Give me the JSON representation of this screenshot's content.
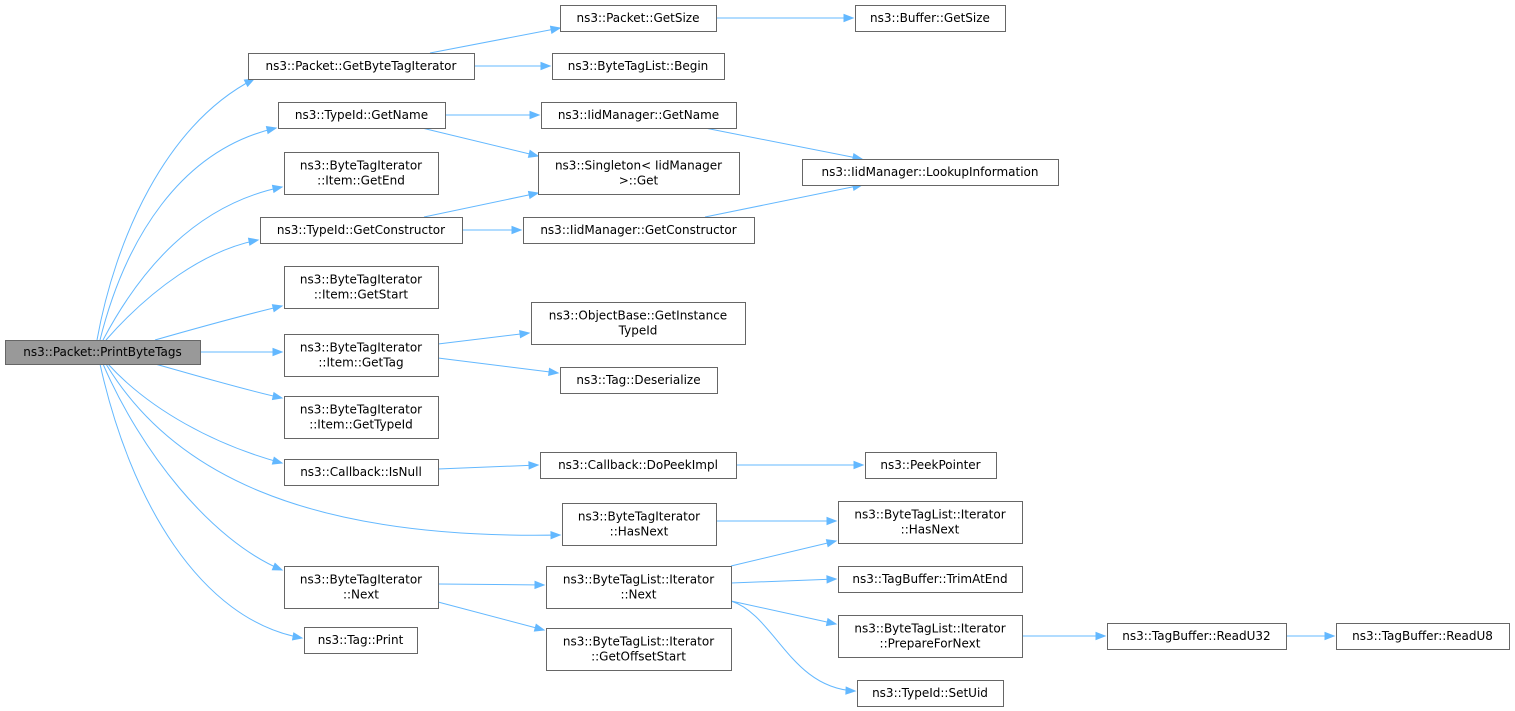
{
  "graph": {
    "nodes": [
      {
        "id": "n0",
        "lines": [
          "ns3::Packet::PrintByteTags"
        ],
        "root": true
      },
      {
        "id": "n1",
        "lines": [
          "ns3::Packet::GetByteTagIterator"
        ]
      },
      {
        "id": "n2",
        "lines": [
          "ns3::TypeId::GetName"
        ]
      },
      {
        "id": "n3",
        "lines": [
          "ns3::ByteTagIterator",
          "::Item::GetEnd"
        ]
      },
      {
        "id": "n4",
        "lines": [
          "ns3::TypeId::GetConstructor"
        ]
      },
      {
        "id": "n5",
        "lines": [
          "ns3::ByteTagIterator",
          "::Item::GetStart"
        ]
      },
      {
        "id": "n6",
        "lines": [
          "ns3::ByteTagIterator",
          "::Item::GetTag"
        ]
      },
      {
        "id": "n7",
        "lines": [
          "ns3::ByteTagIterator",
          "::Item::GetTypeId"
        ]
      },
      {
        "id": "n8",
        "lines": [
          "ns3::Callback::IsNull"
        ]
      },
      {
        "id": "n9",
        "lines": [
          "ns3::ByteTagIterator",
          "::HasNext"
        ]
      },
      {
        "id": "n10",
        "lines": [
          "ns3::ByteTagIterator",
          "::Next"
        ]
      },
      {
        "id": "n11",
        "lines": [
          "ns3::Tag::Print"
        ]
      },
      {
        "id": "n12",
        "lines": [
          "ns3::Packet::GetSize"
        ]
      },
      {
        "id": "n13",
        "lines": [
          "ns3::ByteTagList::Begin"
        ]
      },
      {
        "id": "n14",
        "lines": [
          "ns3::Buffer::GetSize"
        ]
      },
      {
        "id": "n15",
        "lines": [
          "ns3::IidManager::GetName"
        ]
      },
      {
        "id": "n16",
        "lines": [
          "ns3::Singleton< IidManager",
          " >::Get"
        ]
      },
      {
        "id": "n17",
        "lines": [
          "ns3::IidManager::LookupInformation"
        ]
      },
      {
        "id": "n18",
        "lines": [
          "ns3::IidManager::GetConstructor"
        ]
      },
      {
        "id": "n19",
        "lines": [
          "ns3::ObjectBase::GetInstance",
          "TypeId"
        ]
      },
      {
        "id": "n20",
        "lines": [
          "ns3::Tag::Deserialize"
        ]
      },
      {
        "id": "n21",
        "lines": [
          "ns3::Callback::DoPeekImpl"
        ]
      },
      {
        "id": "n22",
        "lines": [
          "ns3::PeekPointer"
        ]
      },
      {
        "id": "n23",
        "lines": [
          "ns3::ByteTagList::Iterator",
          "::HasNext"
        ]
      },
      {
        "id": "n24",
        "lines": [
          "ns3::ByteTagList::Iterator",
          "::Next"
        ]
      },
      {
        "id": "n25",
        "lines": [
          "ns3::ByteTagList::Iterator",
          "::GetOffsetStart"
        ]
      },
      {
        "id": "n26",
        "lines": [
          "ns3::TagBuffer::TrimAtEnd"
        ]
      },
      {
        "id": "n27",
        "lines": [
          "ns3::ByteTagList::Iterator",
          "::PrepareForNext"
        ]
      },
      {
        "id": "n28",
        "lines": [
          "ns3::TypeId::SetUid"
        ]
      },
      {
        "id": "n29",
        "lines": [
          "ns3::TagBuffer::ReadU32"
        ]
      },
      {
        "id": "n30",
        "lines": [
          "ns3::TagBuffer::ReadU8"
        ]
      }
    ],
    "edges": [
      [
        "n0",
        "n1"
      ],
      [
        "n0",
        "n2"
      ],
      [
        "n0",
        "n3"
      ],
      [
        "n0",
        "n4"
      ],
      [
        "n0",
        "n5"
      ],
      [
        "n0",
        "n6"
      ],
      [
        "n0",
        "n7"
      ],
      [
        "n0",
        "n8"
      ],
      [
        "n0",
        "n9"
      ],
      [
        "n0",
        "n10"
      ],
      [
        "n0",
        "n11"
      ],
      [
        "n1",
        "n12"
      ],
      [
        "n1",
        "n13"
      ],
      [
        "n12",
        "n14"
      ],
      [
        "n2",
        "n15"
      ],
      [
        "n2",
        "n16"
      ],
      [
        "n15",
        "n17"
      ],
      [
        "n4",
        "n16"
      ],
      [
        "n4",
        "n18"
      ],
      [
        "n18",
        "n17"
      ],
      [
        "n6",
        "n19"
      ],
      [
        "n6",
        "n20"
      ],
      [
        "n8",
        "n21"
      ],
      [
        "n21",
        "n22"
      ],
      [
        "n9",
        "n23"
      ],
      [
        "n10",
        "n24"
      ],
      [
        "n10",
        "n25"
      ],
      [
        "n24",
        "n23"
      ],
      [
        "n24",
        "n26"
      ],
      [
        "n24",
        "n27"
      ],
      [
        "n24",
        "n28"
      ],
      [
        "n27",
        "n29"
      ],
      [
        "n29",
        "n30"
      ]
    ],
    "colors": {
      "edge": "#63b8ff",
      "node_border": "#666666",
      "root_fill": "#999999",
      "node_fill": "#ffffff"
    }
  }
}
